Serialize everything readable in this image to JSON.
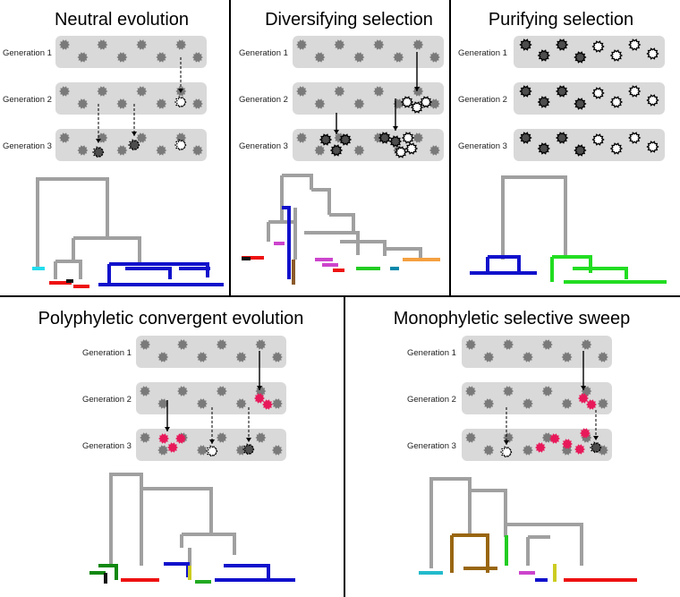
{
  "panels": [
    {
      "title": "Neutral evolution",
      "rows": [
        "Generation 1",
        "Generation 2",
        "Generation 3"
      ]
    },
    {
      "title": "Diversifying selection",
      "rows": [
        "Generation 1",
        "Generation 2",
        "Generation 3"
      ]
    },
    {
      "title": "Purifying selection",
      "rows": [
        "Generation 1",
        "Generation 2",
        "Generation 3"
      ]
    },
    {
      "title": "Polyphyletic convergent evolution",
      "rows": [
        "Generation 1",
        "Generation 2",
        "Generation 3"
      ]
    },
    {
      "title": "Monophyletic selective sweep",
      "rows": [
        "Generation 1",
        "Generation 2",
        "Generation 3"
      ]
    }
  ],
  "colors": {
    "box": "#d9d9d9",
    "grey_virus": "#7a7a7a",
    "dark_virus": "#4d4d4d",
    "white_virus": "#ffffff",
    "pink_virus": "#e8195a",
    "tree_trunk": "#a0a0a0",
    "divider": "#000000"
  }
}
